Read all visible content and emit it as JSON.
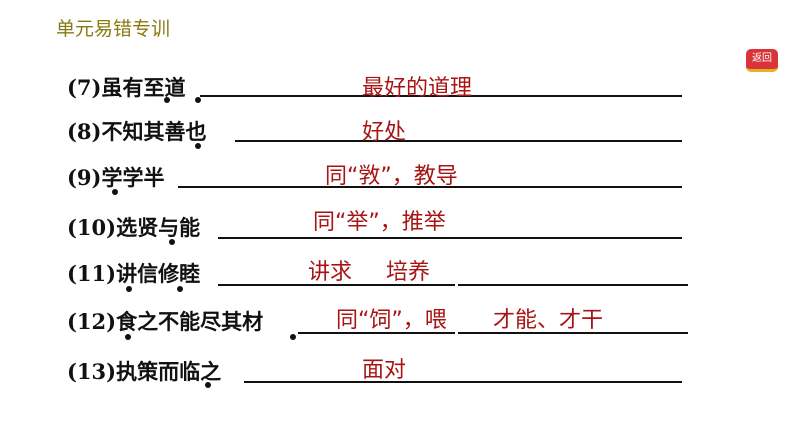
{
  "header": {
    "title": "单元易错专训"
  },
  "back_button": {
    "label": "返回"
  },
  "items": [
    {
      "label": "(7)虽有至道",
      "answers": [
        "最好的道理"
      ]
    },
    {
      "label": "(8)不知其善也",
      "answers": [
        "好处"
      ]
    },
    {
      "label": "(9)学学半",
      "answers": [
        "同“敩”，教导"
      ]
    },
    {
      "label": "(10)选贤与能",
      "answers": [
        "同“举”，推举"
      ]
    },
    {
      "label": "(11)讲信修睦",
      "answers": [
        "讲求",
        "培养"
      ]
    },
    {
      "label": "(12)食之不能尽其材",
      "answers": [
        "同“饲”，喂",
        "才能、才干"
      ]
    },
    {
      "label": "(13)执策而临之",
      "answers": [
        "面对"
      ]
    }
  ],
  "colors": {
    "answer": "#a81414",
    "header": "#8a7a10"
  }
}
